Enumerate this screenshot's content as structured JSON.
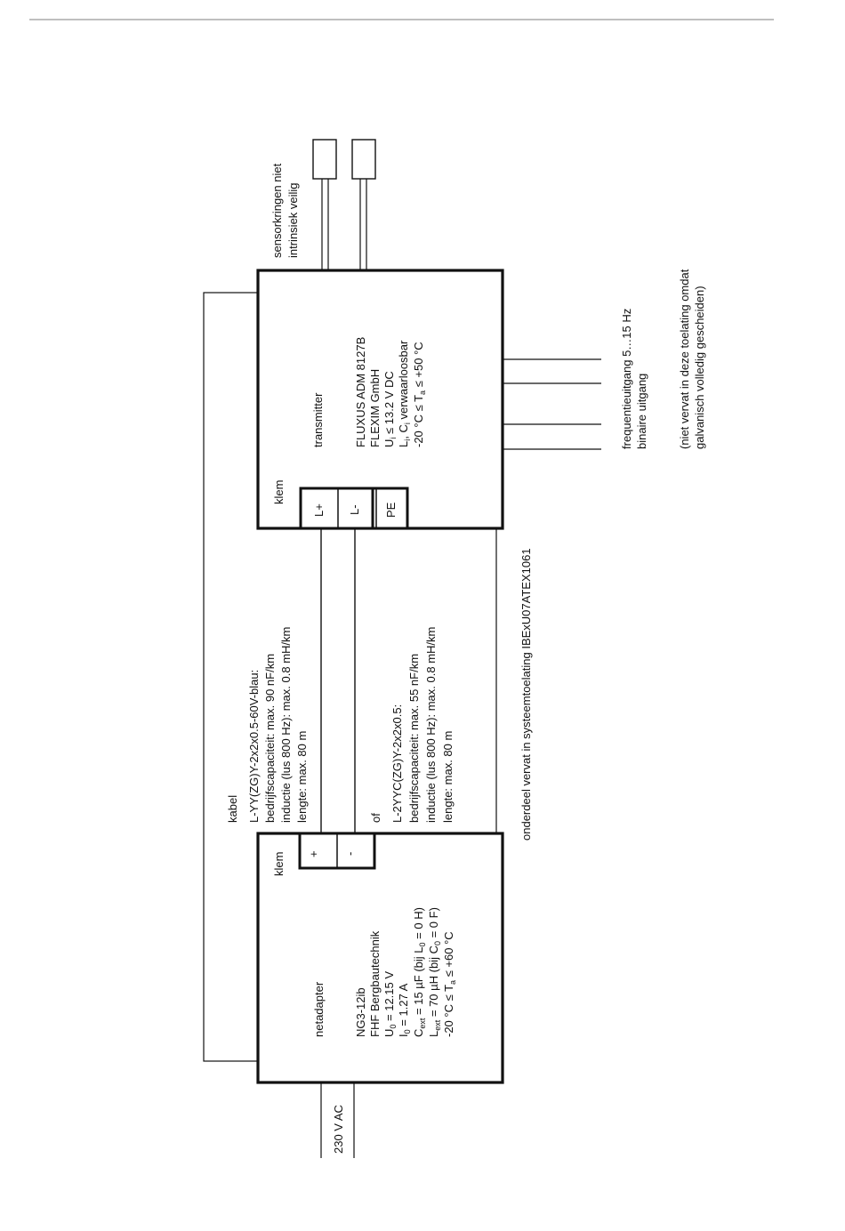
{
  "transmitter": {
    "klem": "klem",
    "title": "transmitter",
    "terminals": {
      "lplus": "L+",
      "lminus": "L-",
      "pe": "PE"
    },
    "spec": {
      "line1": "FLUXUS ADM 8127B",
      "line2": "FLEXIM GmbH",
      "line3_prefix": "U",
      "line3_sub": "i",
      "line3_rest": " ≤ 13.2 V DC",
      "line4_a": "L",
      "line4_sub_a": "i",
      "line4_b": ", C",
      "line4_sub_b": "i",
      "line4_rest": " verwaarloosbar",
      "line5_prefix": "-20 °C ≤ T",
      "line5_sub": "a",
      "line5_rest": " ≤ +50 °C"
    }
  },
  "netadapter": {
    "klem": "klem",
    "title": "netadapter",
    "terminals": {
      "plus": "+",
      "minus": "-"
    },
    "spec": {
      "line1": "NG3-12ib",
      "line2": "FHF Bergbautechnik",
      "l3_a": "U",
      "l3_sub": "0",
      "l3_rest": " = 12.15 V",
      "l4_a": "I",
      "l4_sub": "0",
      "l4_rest": " = 1.27 A",
      "l5_a": "C",
      "l5_sub": "ext",
      "l5_b": " = 15 µF (bij L",
      "l5_sub2": "0",
      "l5_rest": " = 0 H)",
      "l6_a": "L",
      "l6_sub": "ext",
      "l6_b": " = 70 µH (bij C",
      "l6_sub2": "0",
      "l6_rest": " = 0 F)",
      "l7_a": "-20 °C ≤ T",
      "l7_sub": "a",
      "l7_rest": " ≤ +60 °C"
    }
  },
  "cable": {
    "kabel": "kabel",
    "c1_line1": "L-YY(ZG)Y-2x2x0.5-60V-blau:",
    "c1_line2": "bedrijfscapaciteit: max. 90 nF/km",
    "c1_line3": "inductie (lus 800 Hz): max. 0.8 mH/km",
    "c1_line4": "lengte: max. 80 m",
    "of": "of",
    "c2_line1": "L-2YYC(ZG)Y-2x2x0.5:",
    "c2_line2": "bedrijfscapaciteit: max. 55 nF/km",
    "c2_line3": "inductie (lus 800 Hz): max. 0.8 mH/km",
    "c2_line4": "lengte: max. 80 m"
  },
  "system_note": "onderdeel vervat in systeemtoelating IBExU07ATEX1061",
  "sensor_note": {
    "line1": "sensorkringen niet",
    "line2": "intrinsiek veilig"
  },
  "outputs_note": {
    "line1": "frequentieuitgang 5…15 Hz",
    "line2": "binaire uitgang"
  },
  "outputs_paren": {
    "line1": "(niet vervat in deze toelating omdat",
    "line2": "galvanisch volledig gescheiden)"
  },
  "supply_label": "230 V AC"
}
